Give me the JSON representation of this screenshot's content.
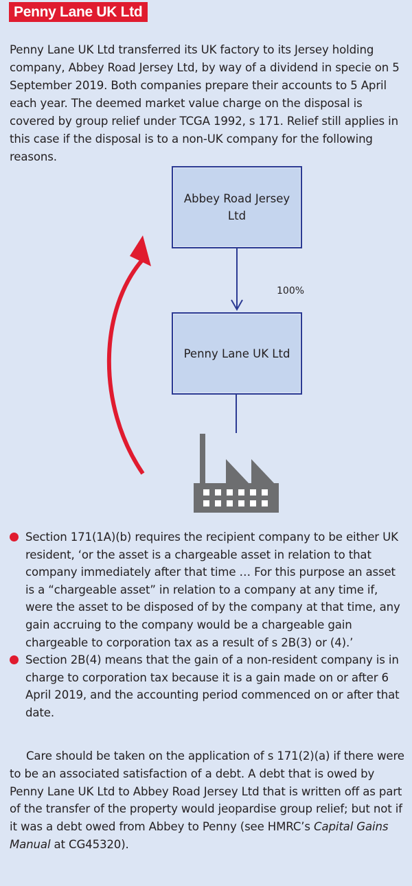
{
  "header": {
    "title": "Penny Lane UK Ltd"
  },
  "intro": {
    "text": "Penny Lane UK Ltd transferred its UK factory to its Jersey holding company, Abbey Road Jersey Ltd, by way of a dividend in specie on 5 September 2019. Both companies prepare their accounts to 5 April each year. The deemed market value charge on the disposal is covered by group relief under TCGA 1992, s 171. Relief still applies in this case if the disposal is to a non-UK company for the following reasons."
  },
  "diagram": {
    "parent_company": "Abbey Road Jersey Ltd",
    "subsidiary_company": "Penny Lane UK Ltd",
    "ownership_label": "100%",
    "asset_icon": "factory-icon",
    "transfer_arrow_icon": "curved-arrow-icon",
    "colors": {
      "box_fill": "#c5d5ee",
      "box_border": "#2b3a93",
      "arrow": "#e01b2f",
      "factory": "#6d6e70"
    }
  },
  "bullets": [
    {
      "text": "Section 171(1A)(b) requires the recipient company to be either UK resident, ‘or the asset is a chargeable asset in relation to that company immediately after that time … For this purpose an asset is a “chargeable asset” in relation to a company at any time if, were the asset to be disposed of by the company at that time, any gain accruing to the company would be a chargeable gain chargeable to corporation tax as a result of s 2B(3) or (4).’"
    },
    {
      "text": "Section 2B(4) means that the gain of a non-resident company is in charge to corporation tax because it is a gain made on or after 6 April 2019, and the accounting period commenced on or after that date."
    }
  ],
  "closing": {
    "text_before": "Care should be taken on the application of s 171(2)(a) if there were to be an associated satisfaction of a debt. A debt that is owed by Penny Lane UK Ltd to Abbey Road Jersey Ltd that is written off as part of the transfer of the property would jeopardise group relief; but not if it was a debt owed from Abbey to Penny (see HMRC’s ",
    "italic": "Capital Gains Manual",
    "text_after": " at CG45320)."
  },
  "theme": {
    "background": "#dce5f4",
    "accent": "#e01b2f",
    "text": "#231f20"
  }
}
